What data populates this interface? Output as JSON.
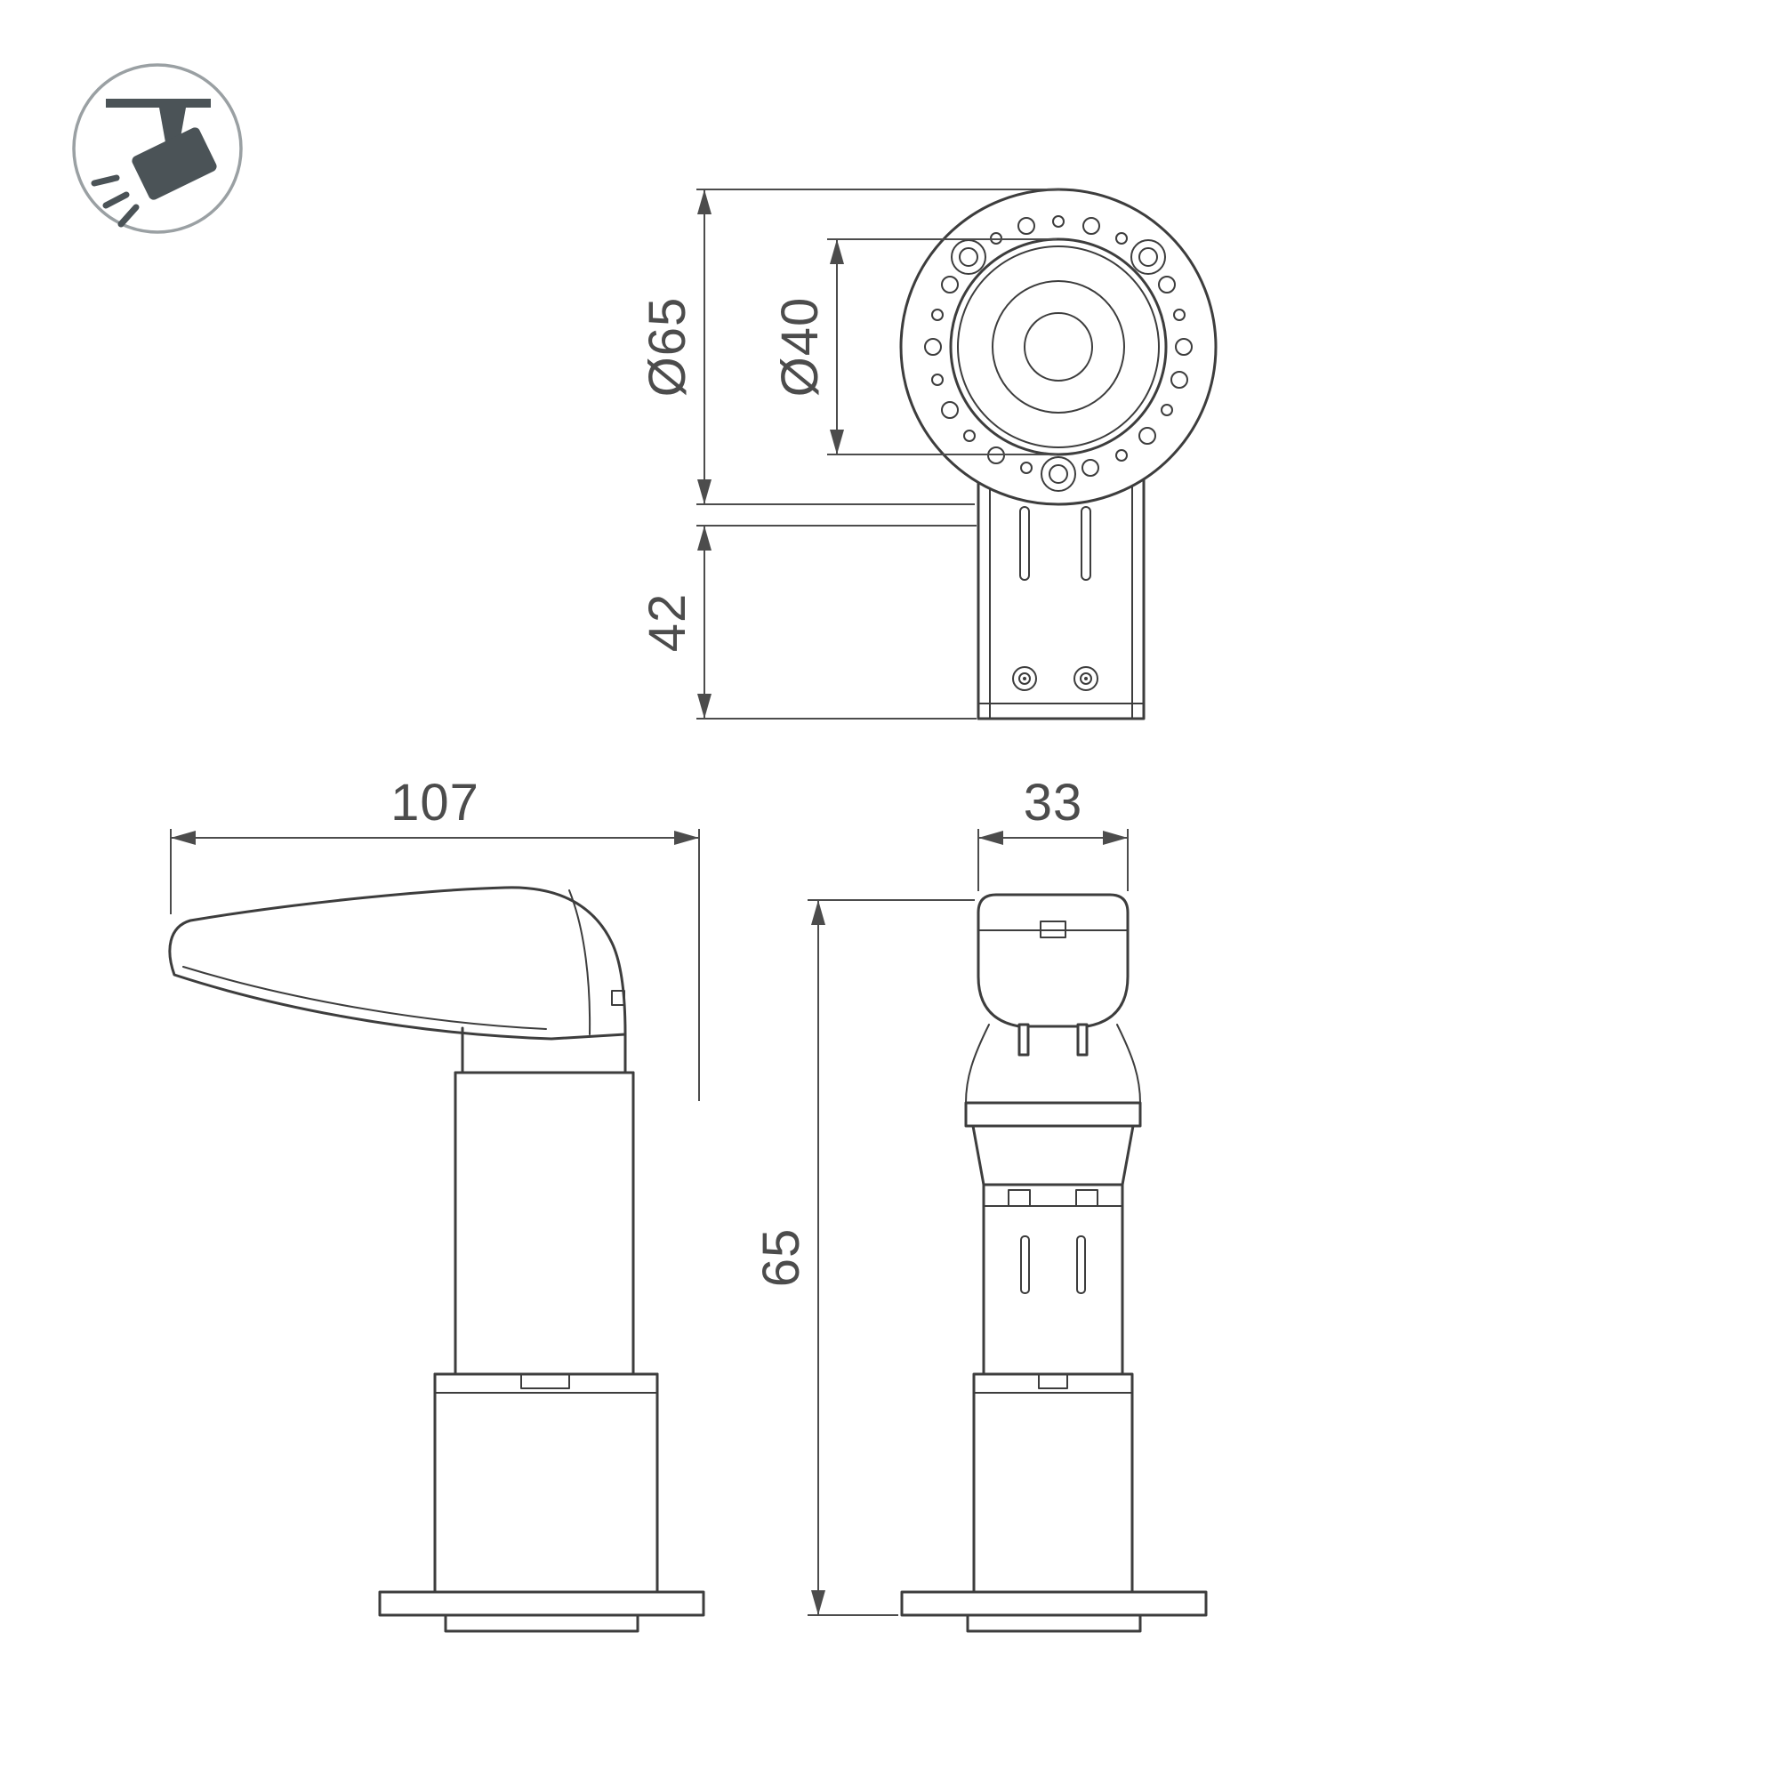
{
  "drawing": {
    "labels": {
      "outer_diameter": "Ø65",
      "inner_diameter": "Ø40",
      "bracket_height": "42",
      "body_length": "107",
      "body_width": "33",
      "body_height": "65"
    },
    "colors": {
      "line": "#3d3d3d",
      "dimension_text": "#4c4c4c",
      "icon": "#4b5357",
      "icon_ring": "#9aa0a3",
      "background": "#ffffff"
    }
  }
}
